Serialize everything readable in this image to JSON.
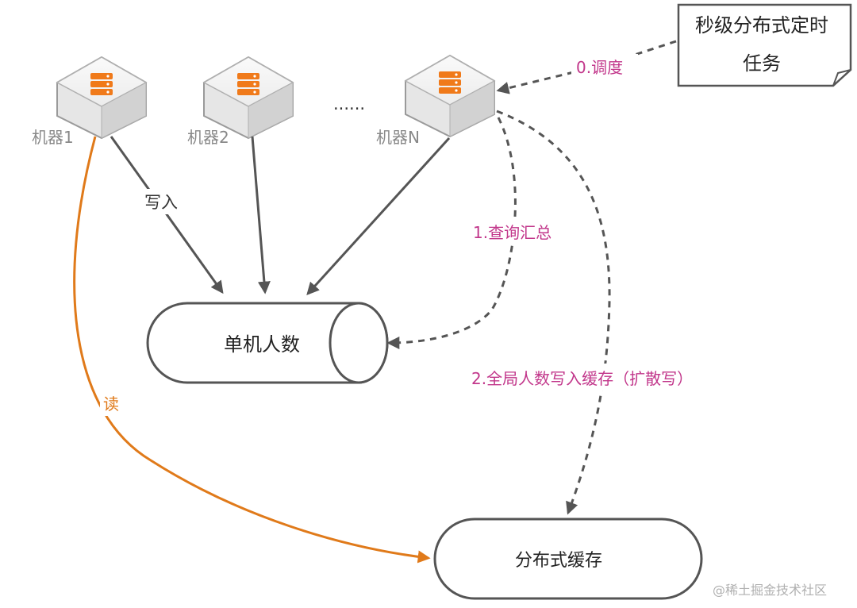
{
  "diagram": {
    "machines": [
      {
        "label": "机器1"
      },
      {
        "label": "机器2"
      },
      {
        "label": "机器N"
      }
    ],
    "ellipsis": "......",
    "scheduler": {
      "line1": "秒级分布式定时",
      "line2": "任务"
    },
    "store_local": {
      "label": "单机人数"
    },
    "store_cache": {
      "label": "分布式缓存"
    },
    "edges": {
      "write": "写入",
      "schedule": "0.调度",
      "query": "1.查询汇总",
      "global_write": "2.全局人数写入缓存（扩散写）",
      "read": "读"
    },
    "watermark": "@稀土掘金技术社区"
  },
  "colors": {
    "solid_arrow": "#555555",
    "dashed_arrow": "#555555",
    "pink_text": "#c2378b",
    "orange_arrow": "#e07a1a",
    "server_icon": "#f07a1a"
  }
}
